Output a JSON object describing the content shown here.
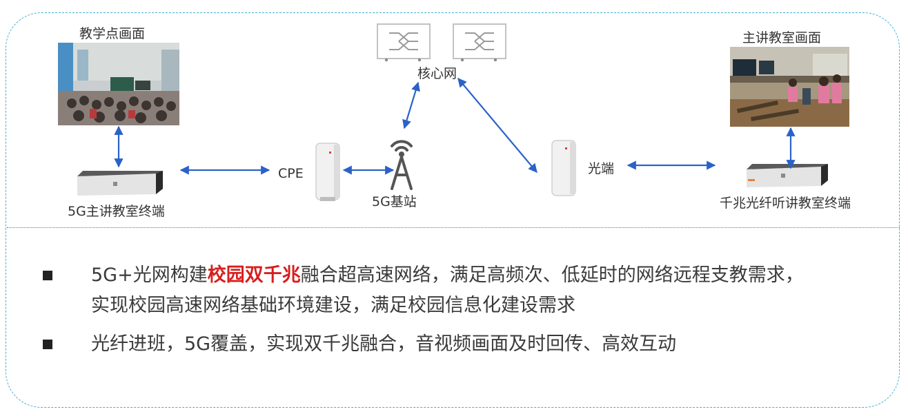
{
  "labels": {
    "teaching_point_view": "教学点画面",
    "main_classroom_view": "主讲教室画面",
    "core_network": "核心网",
    "cpe": "CPE",
    "base_station": "5G基站",
    "optical_terminal": "光端",
    "terminal_5g": "5G主讲教室终端",
    "terminal_fiber": "千兆光纤听讲教室终端"
  },
  "bullets": [
    {
      "pre": "5G+光网构建",
      "highlight": "校园双千兆",
      "post": "融合超高速网络，满足高频次、低延时的网络远程支教需求，",
      "line2": "实现校园高速网络基础环境建设，满足校园信息化建设需求"
    },
    {
      "text": "光纤进班，5G覆盖，实现双千兆融合，音视频画面及时回传、高效互动"
    }
  ],
  "colors": {
    "frame": "#3ab0d6",
    "arrow": "#2a62c8",
    "highlight": "#d81e1e"
  }
}
